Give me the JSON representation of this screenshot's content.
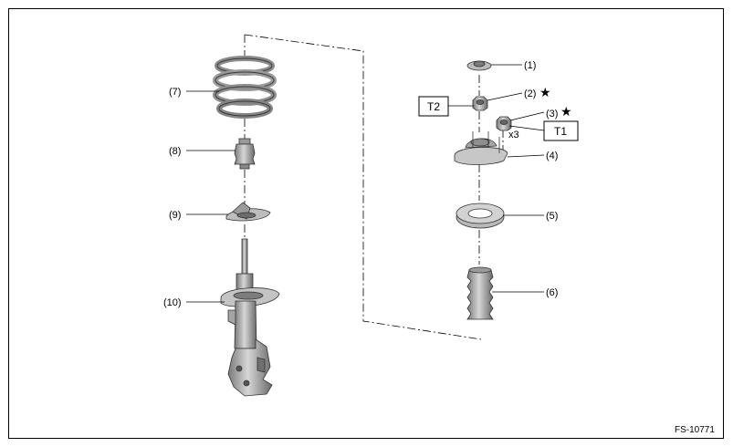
{
  "labels": {
    "p1": "(1)",
    "p2": "(2)",
    "p3": "(3)",
    "p4": "(4)",
    "p5": "(5)",
    "p6": "(6)",
    "p7": "(7)",
    "p8": "(8)",
    "p9": "(9)",
    "p10": "(10)"
  },
  "stars": {
    "p2": "★",
    "p3": "★"
  },
  "torque_boxes": {
    "t1": "T1",
    "t2": "T2"
  },
  "quantity": "x3",
  "figure_code": "FS-10771",
  "colors": {
    "line": "#000000",
    "part_dark": "#6d6d6d",
    "part_mid": "#a8a8a8",
    "part_light": "#d9d9d9"
  }
}
